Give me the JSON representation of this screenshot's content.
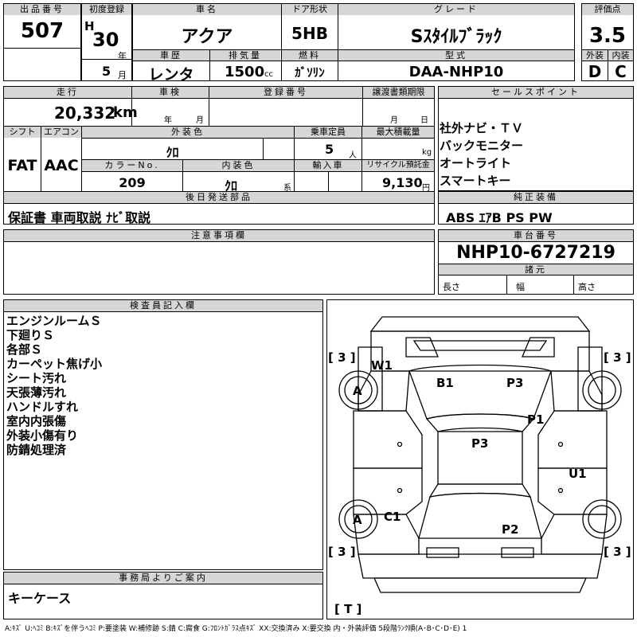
{
  "header": {
    "lot_label": "出品番号",
    "lot": "507",
    "reg_label": "初度登録",
    "era": "H",
    "year": "30",
    "year_unit": "年",
    "month": "5",
    "month_unit": "月",
    "car_name_label": "車名",
    "car_name": "アクア",
    "door_label": "ドア形状",
    "door": "5HB",
    "grade_label": "グレード",
    "grade": "Sｽﾀｲﾙﾌﾞﾗｯｸ",
    "score_label": "評価点",
    "score": "3.5",
    "history_label": "車歴",
    "history": "レンタ",
    "displacement_label": "排気量",
    "displacement": "1500",
    "displacement_unit": "cc",
    "fuel_label": "燃料",
    "fuel": "ｶﾞｿﾘﾝ",
    "model_label": "型式",
    "model": "DAA-NHP10",
    "exterior_label": "外装",
    "exterior": "D",
    "interior_label": "内装",
    "interior": "C"
  },
  "row2": {
    "mileage_label": "走行",
    "mileage": "20,332",
    "mileage_unit": "km",
    "inspection_label": "車検",
    "inspection_year_unit": "年",
    "inspection_month_unit": "月",
    "plate_label": "登録番号",
    "transfer_label": "譲渡書類期限",
    "transfer_month_unit": "月",
    "transfer_day_unit": "日",
    "shift_label": "シフト",
    "shift": "FAT",
    "ac_label": "エアコン",
    "ac": "AAC",
    "color_label": "外装色",
    "color": "ｸﾛ",
    "seats_label": "乗車定員",
    "seats": "5",
    "seats_unit": "人",
    "load_label": "最大積載量",
    "load_unit": "kg",
    "color_no_label": "カラーNo.",
    "color_no": "209",
    "int_color_label": "内装色",
    "int_color": "ｸﾛ",
    "int_color_unit": "系",
    "import_label": "輸入車",
    "recycle_label": "リサイクル預託金",
    "recycle": "9,130",
    "recycle_unit": "円",
    "later_label": "後日発送部品",
    "later": "保証書 車両取説 ﾅﾋﾞ取説"
  },
  "sales": {
    "label": "セールスポイント",
    "points": "社外ナビ・ＴＶ\nバックモニター\nオートライト\nスマートキー",
    "equip_label": "純正装備",
    "equip": "ABS ｴｱB PS PW"
  },
  "notes": {
    "label": "注意事項欄"
  },
  "chassis": {
    "label": "車台番号",
    "number": "NHP10-6727219",
    "dims_label": "諸元",
    "length_label": "長さ",
    "width_label": "幅",
    "height_label": "高さ"
  },
  "inspector": {
    "label": "検査員記入欄",
    "text": "エンジンルームＳ\n下廻りＳ\n各部Ｓ\nカーペット焦げ小\nシート汚れ\n天張薄汚れ\nハンドルすれ\n室内内張傷\n外装小傷有り\n防錆処理済"
  },
  "diagram": {
    "tire_depth": "3",
    "tire_left_bracket": "[",
    "tire_right_bracket": "]",
    "spare": "[ T ]",
    "marks": {
      "W1": "W1",
      "B1": "B1",
      "P3_top": "P3",
      "P1": "P1",
      "P3_mid": "P3",
      "U1": "U1",
      "C1": "C1",
      "P2": "P2",
      "A_front": "A",
      "A_rear": "A"
    }
  },
  "office": {
    "label": "事務局よりご案内",
    "text": "キーケース"
  },
  "legend": "A:ｷｽﾞ U:ﾍｺﾐ B:ｷｽﾞを伴うﾍｺﾐ P:要塗装 W:補修跡 S:錆 C:腐食 G:ﾌﾛﾝﾄｶﾞﾗｽ点ｷｽﾞ XX:交換済み X:要交換 内・外装評価 5段階ﾗﾝｸ順(A･B･C･D･E) 1"
}
